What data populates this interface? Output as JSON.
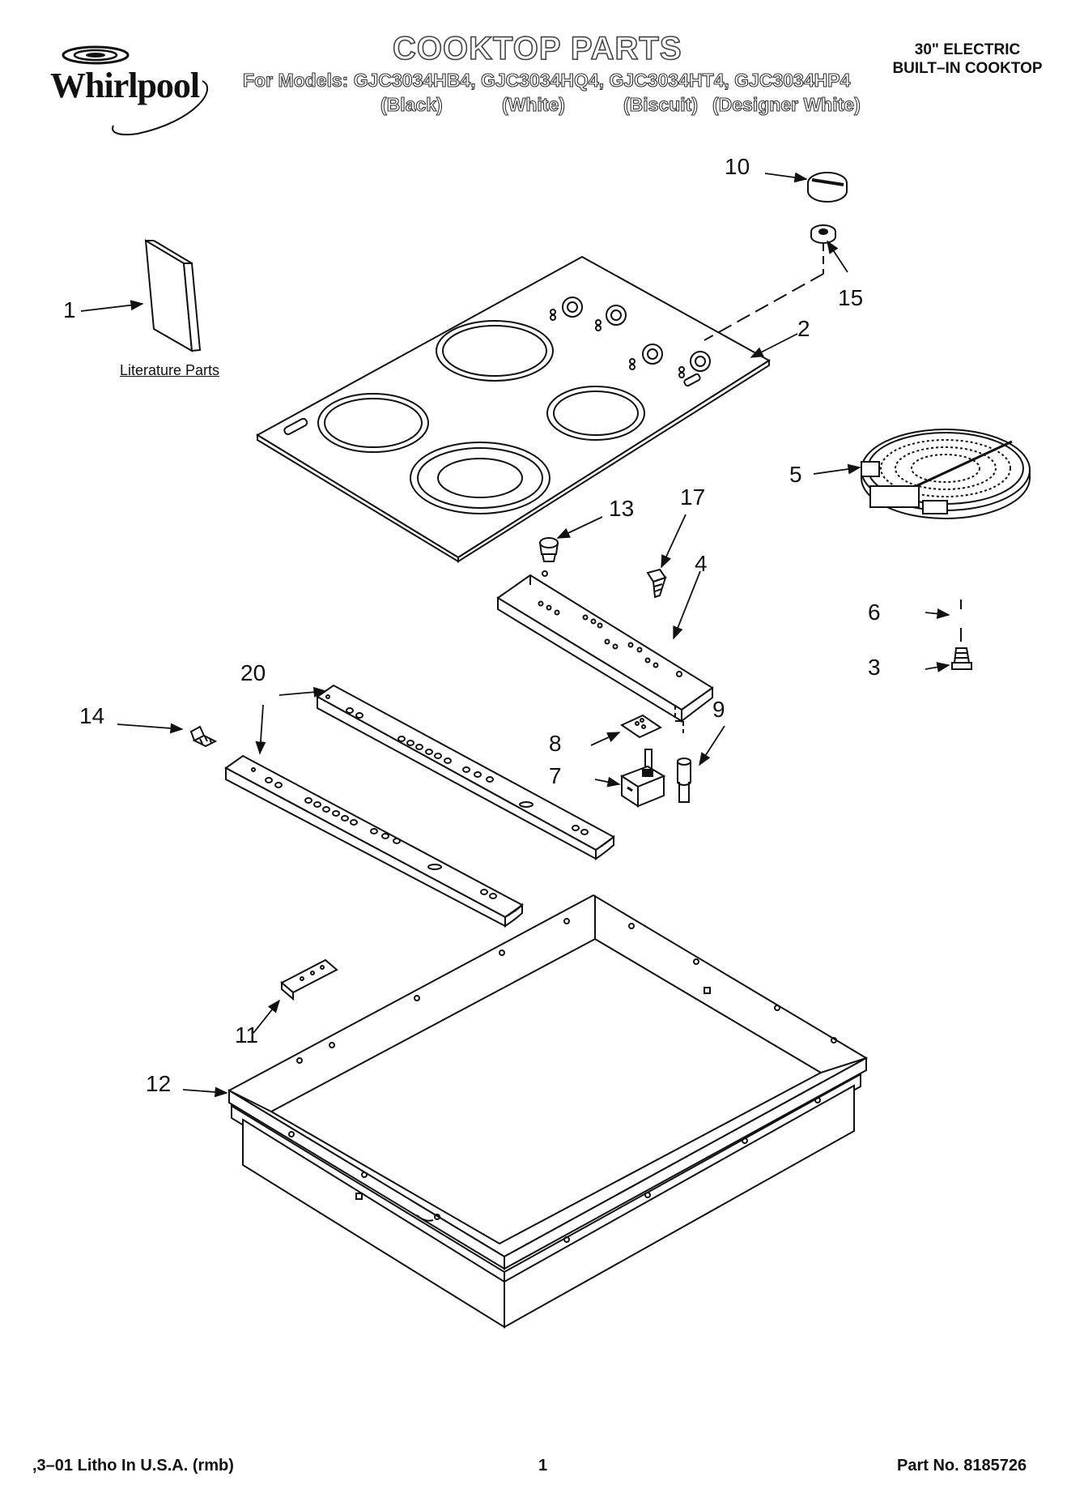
{
  "header": {
    "brand": "Whirlpool",
    "title": "COOKTOP PARTS",
    "models_line": "For Models: GJC3034HB4, GJC3034HQ4, GJC3034HT4, GJC3034HP4",
    "variants": [
      "(Black)",
      "(White)",
      "(Biscuit)",
      "(Designer White)"
    ],
    "product_line1": "30\" ELECTRIC",
    "product_line2": "BUILT–IN COOKTOP"
  },
  "labels": {
    "literature": "Literature Parts"
  },
  "callouts": [
    "1",
    "2",
    "3",
    "4",
    "5",
    "6",
    "7",
    "8",
    "9",
    "10",
    "11",
    "12",
    "13",
    "14",
    "15",
    "17",
    "20"
  ],
  "footer": {
    "left": ",3–01 Litho In U.S.A. (rmb)",
    "center": "1",
    "right": "Part No. 8185726"
  }
}
